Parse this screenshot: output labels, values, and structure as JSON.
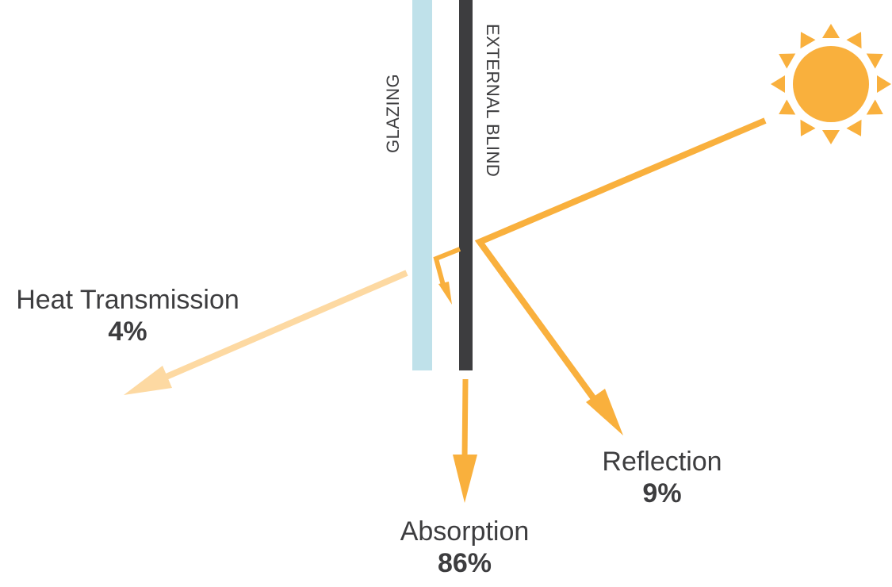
{
  "title": "External blind solar heat distribution",
  "colors": {
    "sun": "#f9b03d",
    "arrow": "#f9b03d",
    "transmission_arrow": "#fdd9a2",
    "glazing": "#bfe1ea",
    "blind": "#3d3d3f",
    "text": "#3d3d3f"
  },
  "layers": {
    "glazing": "GLAZING",
    "blind": "EXTERNAL BLIND"
  },
  "outcomes": {
    "transmission": {
      "label": "Heat Transmission",
      "percent": "4%",
      "value": 4
    },
    "absorption": {
      "label": "Absorption",
      "percent": "86%",
      "value": 86
    },
    "reflection": {
      "label": "Reflection",
      "percent": "9%",
      "value": 9
    }
  },
  "icons": {
    "sun": "sun-icon"
  }
}
